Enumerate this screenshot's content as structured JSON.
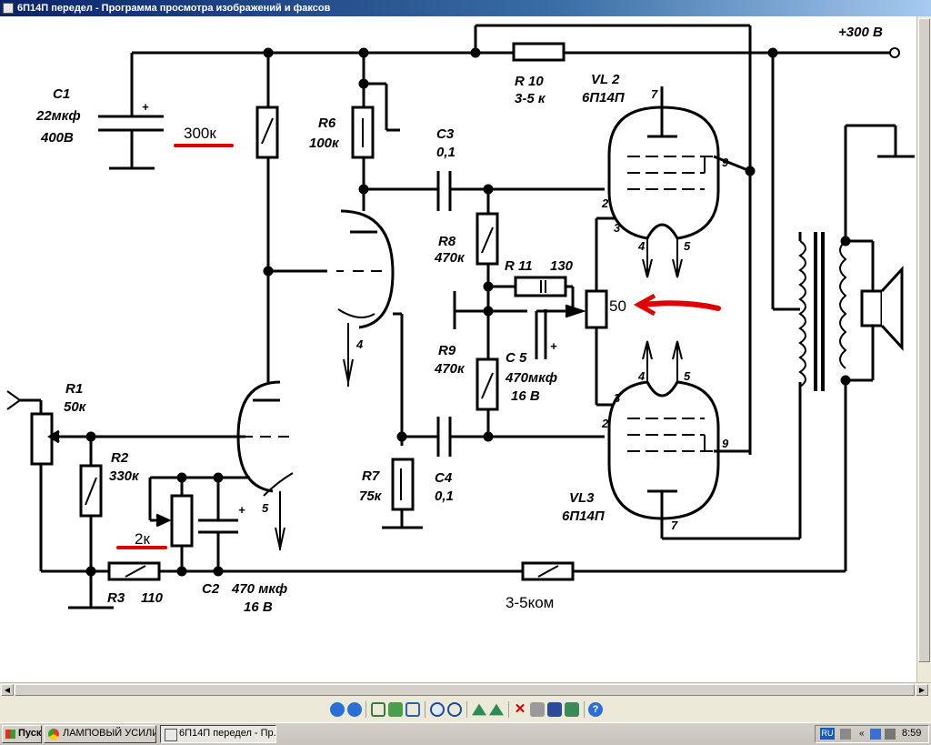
{
  "window": {
    "title": "6П14П передел - Программа просмотра изображений и факсов"
  },
  "schematic": {
    "supply_label": "+300 В",
    "c1": {
      "name": "C1",
      "value": "22мкф",
      "voltage": "400В",
      "polarity": "+"
    },
    "note_300k": "300к",
    "r6": {
      "name": "R6",
      "value": "100к"
    },
    "c3": {
      "name": "C3",
      "value": "0,1"
    },
    "r10": {
      "name": "R 10",
      "value": "3-5 к"
    },
    "vl2": {
      "name": "VL 2",
      "type": "6П14П"
    },
    "r8": {
      "name": "R8",
      "value": "470к"
    },
    "r11": {
      "name": "R 11",
      "value": "130"
    },
    "c5": {
      "name": "C 5",
      "value": "470мкф",
      "voltage": "16 В",
      "polarity": "+"
    },
    "r9": {
      "name": "R9",
      "value": "470к"
    },
    "note_50": "50",
    "r1": {
      "name": "R1",
      "value": "50к"
    },
    "r2": {
      "name": "R2",
      "value": "330к"
    },
    "note_2k": "2к",
    "c2": {
      "name": "C2",
      "value": "470 мкф",
      "voltage": "16 В",
      "polarity": "+"
    },
    "r3": {
      "name": "R3",
      "value": "110"
    },
    "r7": {
      "name": "R7",
      "value": "75к"
    },
    "c4": {
      "name": "C4",
      "value": "0,1"
    },
    "vl3": {
      "name": "VL3",
      "type": "6П14П"
    },
    "feedback_resistor": "3-5ком",
    "pins": {
      "p7": "7",
      "p9": "9",
      "p2": "2",
      "p3": "3",
      "p4": "4",
      "p5": "5"
    },
    "accent_color": "#e00000"
  },
  "taskbar": {
    "start_label": "Пуск",
    "tasks": [
      {
        "label": "ЛАМПОВЫЙ УСИЛИТЕЛ..."
      },
      {
        "label": "6П14П передел - Пр..."
      }
    ],
    "language": "RU",
    "clock": "8:59"
  },
  "toolbar_icons": [
    "prev-image-icon",
    "next-image-icon",
    "best-fit-icon",
    "actual-size-icon",
    "slideshow-icon",
    "zoom-in-icon",
    "zoom-out-icon",
    "rotate-clockwise-icon",
    "rotate-counterclockwise-icon",
    "delete-icon",
    "print-icon",
    "save-icon",
    "edit-icon",
    "help-icon"
  ]
}
